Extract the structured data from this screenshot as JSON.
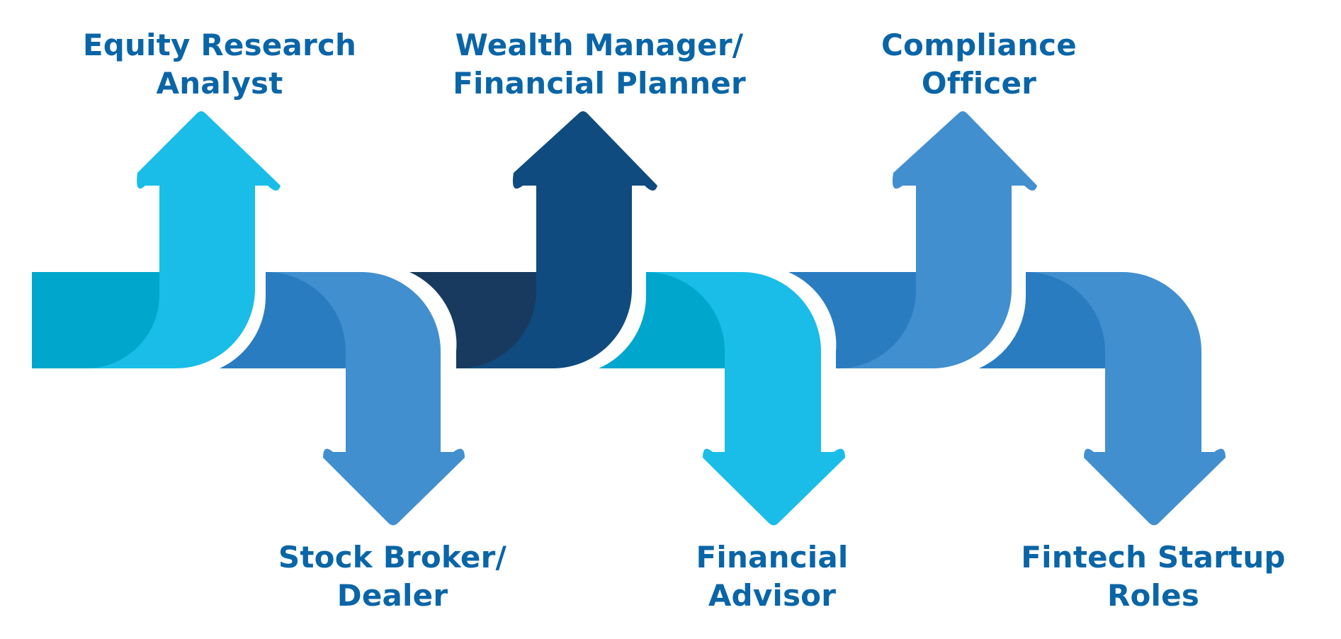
{
  "colors": {
    "label_text": "#0a65a7",
    "cyan": "#19bde8",
    "cyan_dark": "#00a6cc",
    "mid_blue": "#428fcf",
    "mid_blue_dark": "#2a7cc1",
    "navy": "#0f4b7f",
    "navy_dark": "#173a5e",
    "background": "#ffffff"
  },
  "roles": [
    {
      "line1": "Equity Research",
      "line2": "Analyst",
      "direction": "up",
      "color": "cyan",
      "icon": "arrow-up-icon"
    },
    {
      "line1": "Stock Broker/",
      "line2": "Dealer",
      "direction": "down",
      "color": "mid_blue",
      "icon": "arrow-down-icon"
    },
    {
      "line1": "Wealth Manager/",
      "line2": "Financial Planner",
      "direction": "up",
      "color": "navy",
      "icon": "arrow-up-icon"
    },
    {
      "line1": "Financial",
      "line2": "Advisor",
      "direction": "down",
      "color": "cyan",
      "icon": "arrow-down-icon"
    },
    {
      "line1": "Compliance",
      "line2": "Officer",
      "direction": "up",
      "color": "mid_blue",
      "icon": "arrow-up-icon"
    },
    {
      "line1": "Fintech Startup",
      "line2": "Roles",
      "direction": "down",
      "color": "mid_blue",
      "icon": "arrow-down-icon"
    }
  ]
}
